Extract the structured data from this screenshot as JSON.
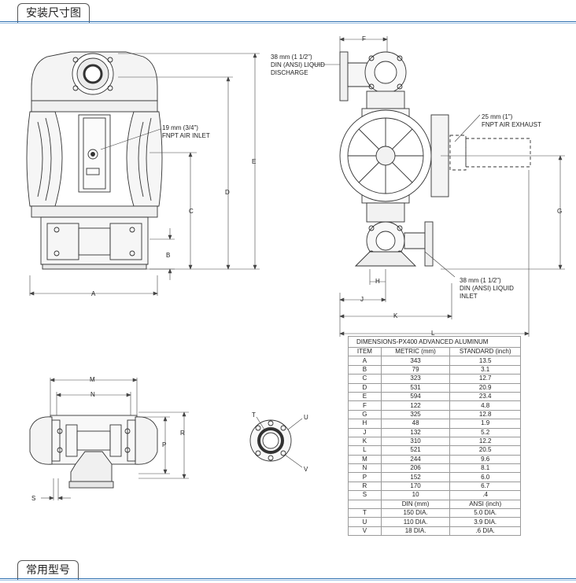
{
  "sections": {
    "install_title": "安装尺寸图",
    "models_title": "常用型号"
  },
  "callouts": {
    "discharge": [
      "38 mm (1 1/2\")",
      "DIN (ANSI) LIQUID",
      "DISCHARGE"
    ],
    "air_inlet": [
      "19 mm (3/4\")",
      "FNPT AIR INLET"
    ],
    "air_exhaust": [
      "25 mm (1\")",
      "FNPT AIR EXHAUST"
    ],
    "liquid_inlet": [
      "38 mm (1 1/2\")",
      "DIN (ANSI) LIQUID",
      "INLET"
    ]
  },
  "dimension_letters": {
    "A": "A",
    "B": "B",
    "C": "C",
    "D": "D",
    "E": "E",
    "F": "F",
    "G": "G",
    "H": "H",
    "J": "J",
    "K": "K",
    "L": "L",
    "M": "M",
    "N": "N",
    "P": "P",
    "R": "R",
    "S": "S",
    "T": "T",
    "U": "U",
    "V": "V"
  },
  "table": {
    "caption": "DIMENSIONS-PX400 ADVANCED  ALUMINUM",
    "headers": [
      "ITEM",
      "METRIC (mm)",
      "STANDARD (inch)"
    ],
    "rows": [
      [
        "A",
        "343",
        "13.5"
      ],
      [
        "B",
        "79",
        "3.1"
      ],
      [
        "C",
        "323",
        "12.7"
      ],
      [
        "D",
        "531",
        "20.9"
      ],
      [
        "E",
        "594",
        "23.4"
      ],
      [
        "F",
        "122",
        "4.8"
      ],
      [
        "G",
        "325",
        "12.8"
      ],
      [
        "H",
        "48",
        "1.9"
      ],
      [
        "J",
        "132",
        "5.2"
      ],
      [
        "K",
        "310",
        "12.2"
      ],
      [
        "L",
        "521",
        "20.5"
      ],
      [
        "M",
        "244",
        "9.6"
      ],
      [
        "N",
        "206",
        "8.1"
      ],
      [
        "P",
        "152",
        "6.0"
      ],
      [
        "R",
        "170",
        "6.7"
      ],
      [
        "S",
        "10",
        ".4"
      ]
    ],
    "sub_headers": [
      "",
      "DIN (mm)",
      "ANSI (inch)"
    ],
    "flange_rows": [
      [
        "T",
        "150 DIA.",
        "5.0 DIA."
      ],
      [
        "U",
        "110 DIA.",
        "3.9 DIA."
      ],
      [
        "V",
        "18 DIA.",
        ".6 DIA."
      ]
    ]
  }
}
